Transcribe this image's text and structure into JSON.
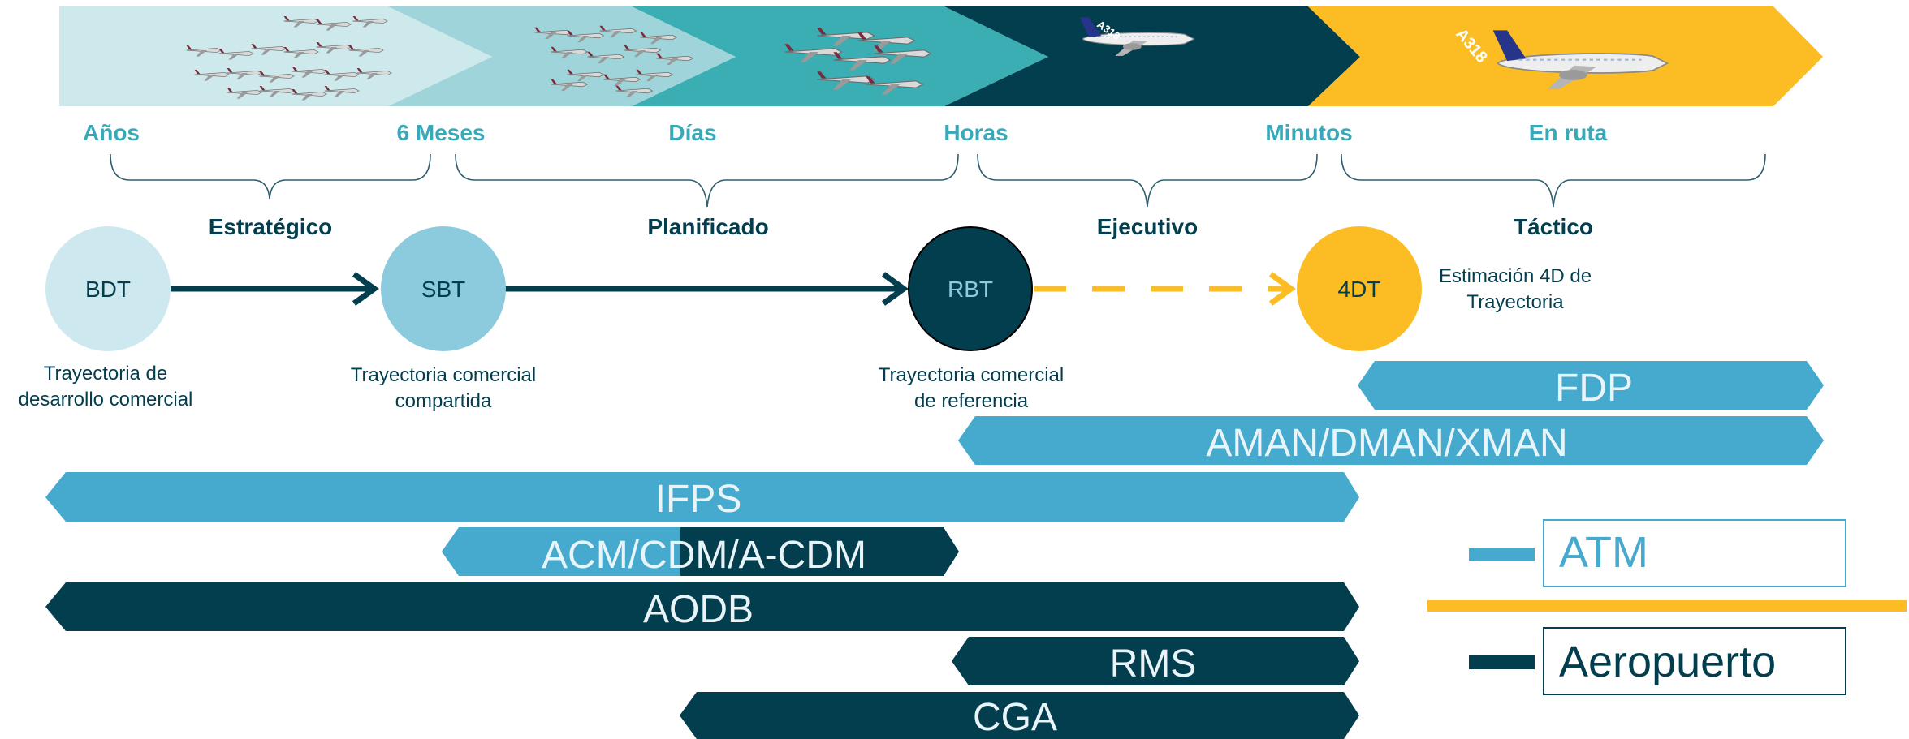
{
  "colors": {
    "light_teal": "#cde9ec",
    "mid_teal": "#9fd5da",
    "teal": "#3aaeb2",
    "dark_navy": "#033e4f",
    "yellow": "#fbbd23",
    "atm_blue": "#45aacd",
    "sbt_circle": "#8ccbdd",
    "bdt_circle": "#cde9ef",
    "label_teal": "#38a9b8"
  },
  "timeline": {
    "labels": [
      "Años",
      "6 Meses",
      "Días",
      "Horas",
      "Minutos",
      "En ruta"
    ],
    "phases": [
      "Estratégico",
      "Planificado",
      "Ejecutivo",
      "Táctico"
    ]
  },
  "trajectory": {
    "nodes": [
      {
        "id": "BDT",
        "desc": [
          "Trayectoria de",
          "desarrollo comercial"
        ]
      },
      {
        "id": "SBT",
        "desc": [
          "Trayectoria comercial",
          "compartida"
        ]
      },
      {
        "id": "RBT",
        "desc": [
          "Trayectoria comercial",
          "de referencia"
        ]
      },
      {
        "id": "4DT",
        "desc": [
          "Estimación 4D de",
          "Trayectoria"
        ]
      }
    ]
  },
  "systems": [
    {
      "label": "FDP",
      "kind": "ATM"
    },
    {
      "label": "AMAN/DMAN/XMAN",
      "kind": "ATM"
    },
    {
      "label": "IFPS",
      "kind": "ATM"
    },
    {
      "label": "ACM/CDM/A-CDM",
      "kind": "mixed"
    },
    {
      "label": "AODB",
      "kind": "Aeropuerto"
    },
    {
      "label": "RMS",
      "kind": "Aeropuerto"
    },
    {
      "label": "CGA",
      "kind": "Aeropuerto"
    }
  ],
  "legend": {
    "atm": "ATM",
    "airport": "Aeropuerto"
  },
  "icons": {
    "aircraft_fleet": "airplane-group-icon",
    "aircraft_single": "airplane-icon",
    "aircraft_type_marking": "A318"
  }
}
